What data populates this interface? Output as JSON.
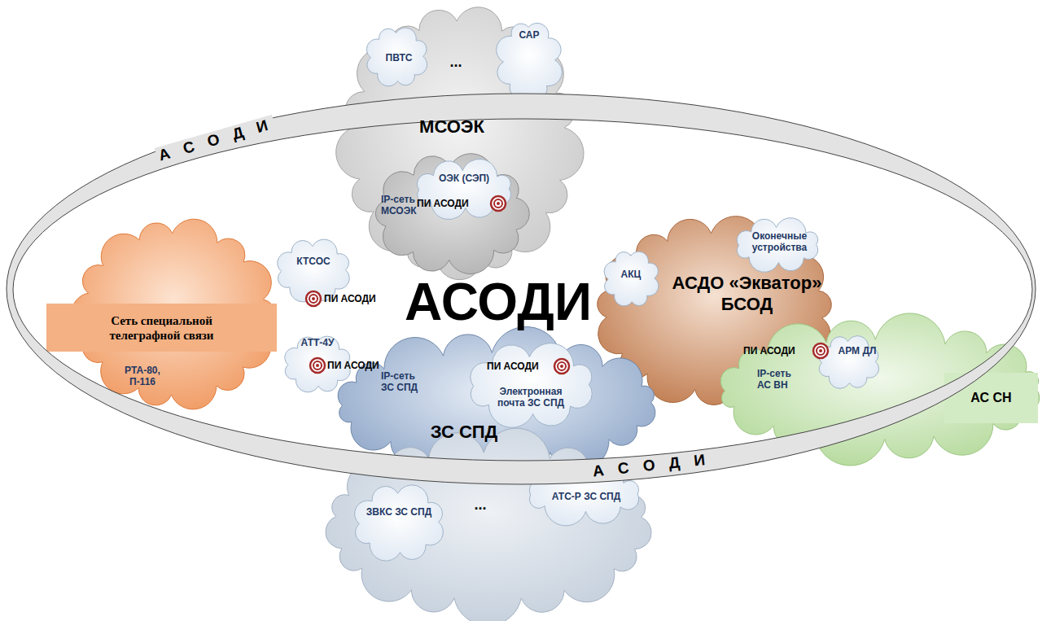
{
  "diagram": {
    "nodes": [
      {
        "text": [
          "АСОДИ",
          "А С О Д И",
          "А С О Д И"
        ]
      },
      {
        "text": [
          "...",
          "МСОЭК"
        ]
      },
      {
        "text": [
          "ПВТС"
        ],
        "in": 1
      },
      {
        "text": [
          "САР"
        ],
        "in": 1
      },
      {
        "text": [
          "IP-сеть МСОЭК"
        ],
        "in": 1
      },
      {
        "text": [
          "ОЭК (СЭП)",
          "ПИ АСОДИ"
        ],
        "in": 4
      },
      {
        "text": [
          "РТА-80, П-116"
        ]
      },
      {
        "text": [
          "Сеть специальной телеграфной связи"
        ],
        "in": 6
      },
      {
        "text": [
          "КТСОС",
          "ПИ АСОДИ"
        ],
        "in": 6
      },
      {
        "text": [
          "АТТ-4У",
          "ПИ АСОДИ"
        ],
        "in": 6
      },
      {
        "text": [
          "АСДО «Экватор» БСОД"
        ]
      },
      {
        "text": [
          "АКЦ"
        ],
        "in": 10
      },
      {
        "text": [
          "Оконечные устройства"
        ],
        "in": 10
      },
      {
        "text": [
          "IP-сеть АС ВН"
        ]
      },
      {
        "text": [
          "ПИ АСОДИ",
          "АРМ ДЛ"
        ],
        "in": 13
      },
      {
        "text": [
          "АС СН"
        ],
        "in": 13
      },
      {
        "text": [
          "IP-сеть ЗС СПД"
        ]
      },
      {
        "text": [
          "ПИ АСОДИ",
          "Электронная почта ЗС СПД"
        ],
        "in": 16
      },
      {
        "text": [
          "ЗС СПД",
          "..."
        ]
      },
      {
        "text": [
          "ЗВКС ЗС СПД"
        ],
        "in": 18
      },
      {
        "text": [
          "АТС-Р ЗС СПД"
        ],
        "in": 18
      }
    ]
  }
}
